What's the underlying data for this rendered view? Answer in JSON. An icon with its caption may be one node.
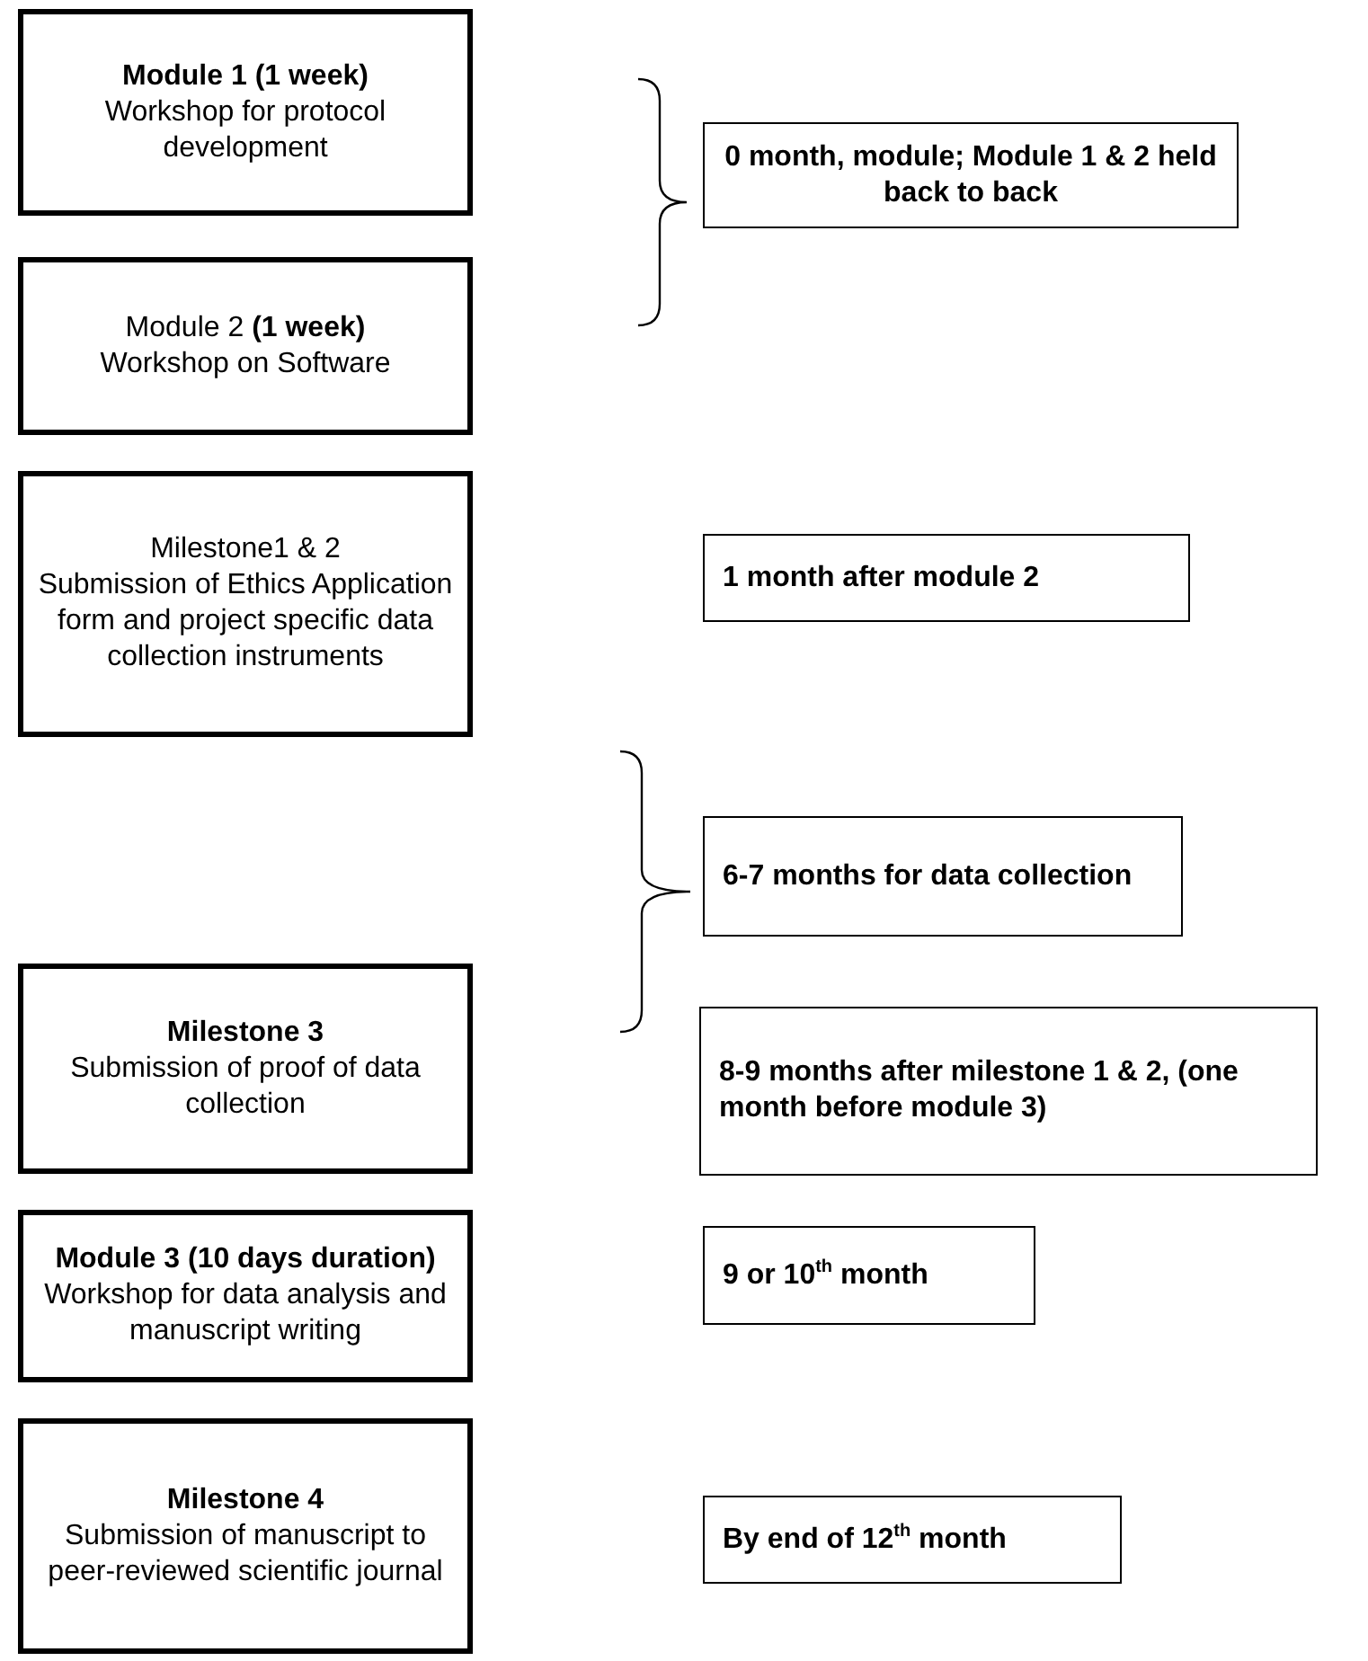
{
  "diagram": {
    "nodes": [
      {
        "text": [
          "Module 1 (1 week)",
          "Workshop for protocol development"
        ]
      },
      {
        "text": [
          "0 month, module; Module 1 & 2 held back to back"
        ]
      },
      {
        "text": [
          "Module 2 **(1 week)**",
          "Workshop on Software"
        ]
      },
      {
        "text": [
          "Milestone1 & 2",
          "Submission of Ethics Application form and project specific data collection instruments"
        ]
      },
      {
        "text": [
          "1 month after module 2"
        ]
      },
      {
        "text": [
          "6-7 months for data collection"
        ]
      },
      {
        "text": [
          "Milestone 3",
          "Submission of proof of data collection"
        ]
      },
      {
        "text": [
          "8-9 months after milestone 1 & 2, (one month before module 3)"
        ]
      },
      {
        "text": [
          "Module 3 (10 days duration)",
          "Workshop for data analysis and manuscript writing"
        ]
      },
      {
        "text": [
          "9 or 10$^{th}$ month"
        ]
      },
      {
        "text": [
          "Milestone 4",
          "Submission of manuscript to peer-reviewed scientific journal"
        ]
      },
      {
        "text": [
          "By end of 12$^{th}$ month"
        ]
      }
    ]
  }
}
